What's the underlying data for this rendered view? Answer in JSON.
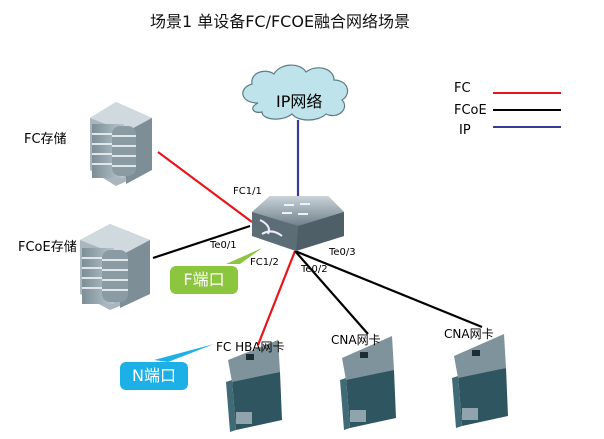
{
  "title": "场景1 单设备FC/FCOE融合网络场景",
  "cloud": {
    "label": "IP网络"
  },
  "legend": {
    "items": [
      {
        "label": "FC",
        "color": "#e8161b"
      },
      {
        "label": "FCoE",
        "color": "#000000"
      },
      {
        "label": "IP",
        "color": "#3a3a9a"
      }
    ]
  },
  "nodes": {
    "fc_storage": "FC存储",
    "fcoe_storage": "FCoE存储",
    "fc_hba": "FC HBA网卡",
    "cna1": "CNA网卡",
    "cna2": "CNA网卡"
  },
  "ports": {
    "fc1_1": "FC1/1",
    "te0_1": "Te0/1",
    "fc1_2": "FC1/2",
    "te0_2": "Te0/2",
    "te0_3": "Te0/3"
  },
  "callouts": {
    "f_port": {
      "label": "F端口",
      "color": "#8cc63f"
    },
    "n_port": {
      "label": "N端口",
      "color": "#1cb0e6"
    }
  },
  "colors": {
    "fc": "#e8161b",
    "fcoe": "#000000",
    "ip": "#3a3a9a",
    "cloud_fill": "#bfe3ea"
  }
}
